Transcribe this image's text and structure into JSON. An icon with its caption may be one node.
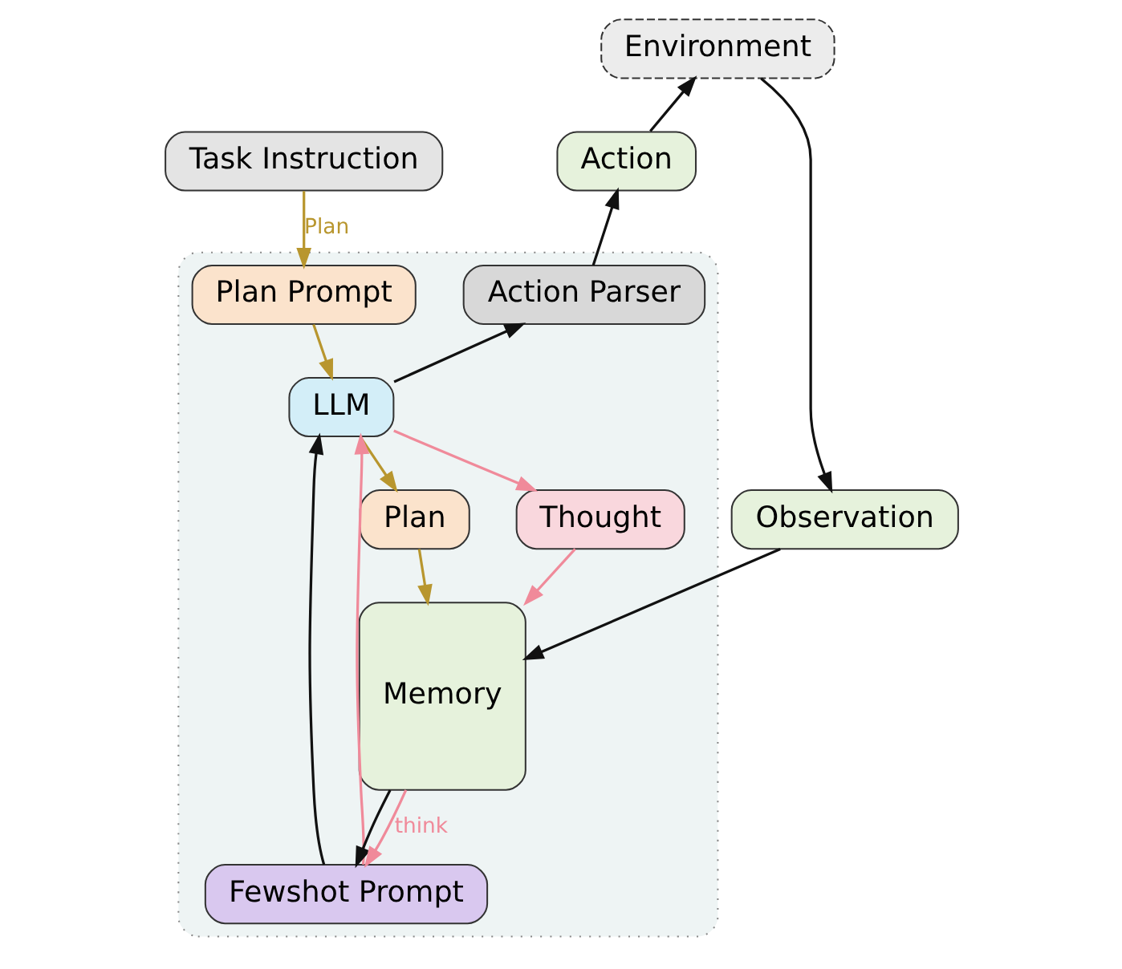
{
  "diagram": {
    "nodes": [
      {
        "text": [
          "Environment"
        ]
      },
      {
        "text": [
          "Action"
        ]
      },
      {
        "text": [
          "Observation"
        ]
      },
      {
        "text": [
          "Task Instruction"
        ]
      },
      {
        "text": [],
        "shape": "box"
      },
      {
        "text": [
          "Action Parser"
        ],
        "in": 4
      },
      {
        "text": [
          "Plan Prompt"
        ],
        "in": 4
      },
      {
        "text": [
          "LLM"
        ],
        "in": 4
      },
      {
        "text": [
          "Thought"
        ],
        "in": 4
      },
      {
        "text": [
          "Plan"
        ],
        "in": 4
      },
      {
        "text": [
          "Memory"
        ],
        "in": 4
      },
      {
        "text": [
          "Fewshot Prompt"
        ],
        "in": 4
      }
    ],
    "edges": [
      {
        "from": 1,
        "to": 0,
        "arrow": "to"
      },
      {
        "from": 0,
        "to": 2,
        "arrow": "to"
      },
      {
        "from": 2,
        "to": 10,
        "arrow": "to"
      },
      {
        "from": 5,
        "to": 1,
        "arrow": "to"
      },
      {
        "from": 7,
        "to": 5,
        "arrow": "to"
      },
      {
        "from": 3,
        "to": 6,
        "arrow": "to",
        "label": "Plan",
        "color": "#b8962e"
      },
      {
        "from": 6,
        "to": 7,
        "arrow": "to",
        "color": "#b8962e"
      },
      {
        "from": 7,
        "to": 8,
        "arrow": "to",
        "color": "#f08a9a"
      },
      {
        "from": 7,
        "to": 9,
        "arrow": "to",
        "color": "#b8962e"
      },
      {
        "from": 8,
        "to": 10,
        "arrow": "to",
        "color": "#f08a9a"
      },
      {
        "from": 9,
        "to": 10,
        "arrow": "to",
        "color": "#b8962e"
      },
      {
        "from": 11,
        "to": 7,
        "arrow": "to"
      },
      {
        "from": 11,
        "to": 7,
        "arrow": "to",
        "color": "#f08a9a"
      },
      {
        "from": 10,
        "to": 11,
        "arrow": "to"
      },
      {
        "from": 10,
        "to": 11,
        "arrow": "to",
        "label": "think",
        "color": "#f08a9a"
      }
    ]
  }
}
